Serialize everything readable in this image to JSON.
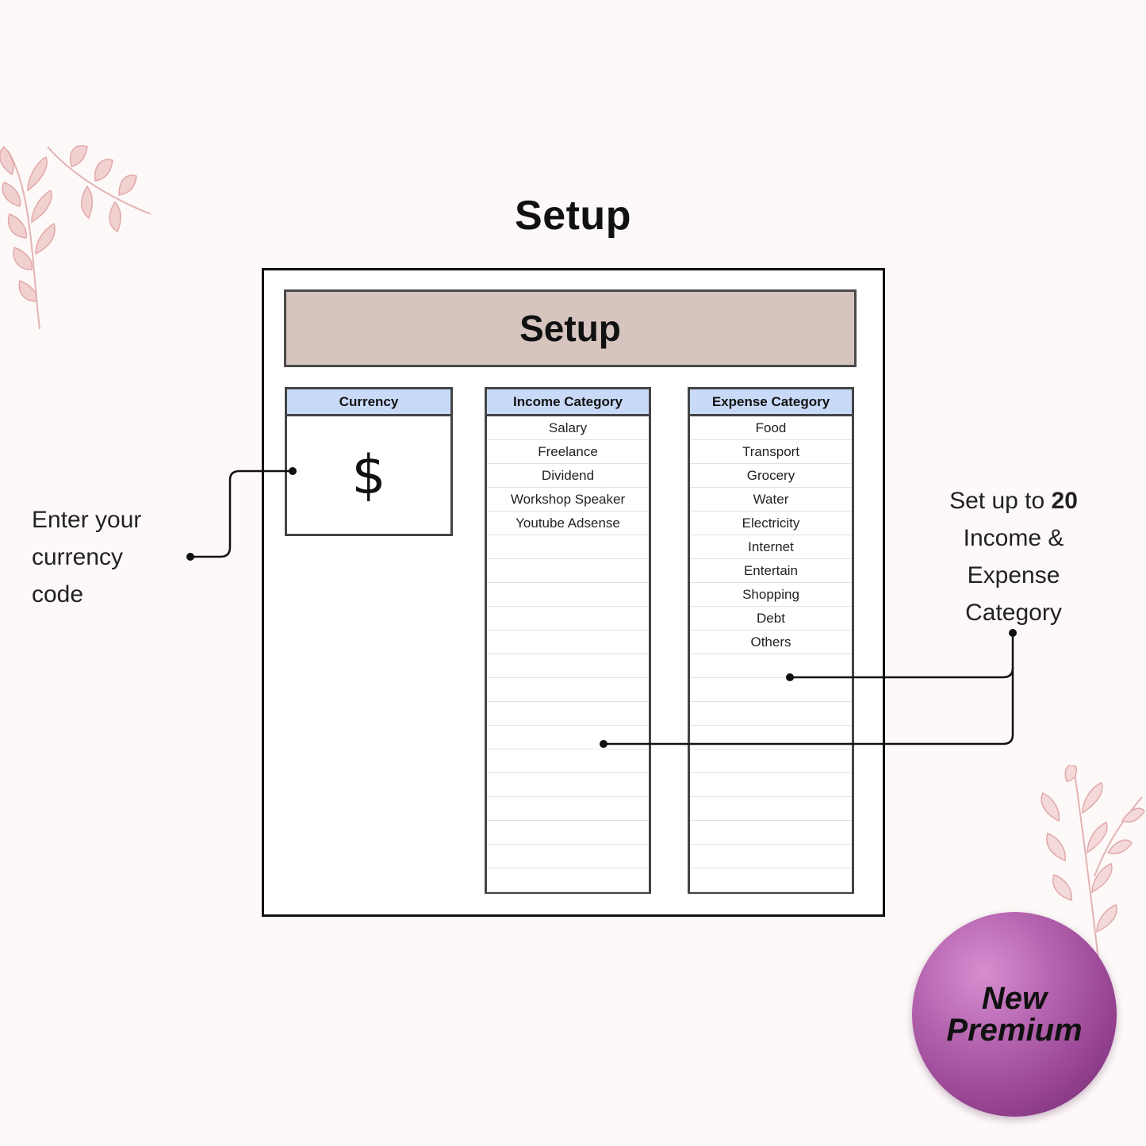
{
  "page": {
    "title": "Setup"
  },
  "sheet": {
    "banner_title": "Setup"
  },
  "currency": {
    "header": "Currency",
    "value": "$"
  },
  "income": {
    "header": "Income Category",
    "items": [
      "Salary",
      "Freelance",
      "Dividend",
      "Workshop Speaker",
      "Youtube Adsense",
      "",
      "",
      "",
      "",
      "",
      "",
      "",
      "",
      "",
      "",
      "",
      "",
      "",
      "",
      ""
    ]
  },
  "expense": {
    "header": "Expense Category",
    "items": [
      "Food",
      "Transport",
      "Grocery",
      "Water",
      "Electricity",
      "Internet",
      "Entertain",
      "Shopping",
      "Debt",
      "Others",
      "",
      "",
      "",
      "",
      "",
      "",
      "",
      "",
      "",
      ""
    ]
  },
  "annotations": {
    "left_note": [
      "Enter your",
      "currency",
      "code"
    ],
    "right_note": {
      "prefix": "Set up to ",
      "number": "20",
      "lines": [
        "Income &",
        "Expense",
        "Category"
      ]
    }
  },
  "badge": {
    "line1": "New",
    "line2": "Premium"
  },
  "colors": {
    "background": "#fdf9f8",
    "banner": "#d6c4be",
    "panel_header": "#c9daf8",
    "badge": "#a855a2",
    "leaf": "#e6b8b8"
  }
}
